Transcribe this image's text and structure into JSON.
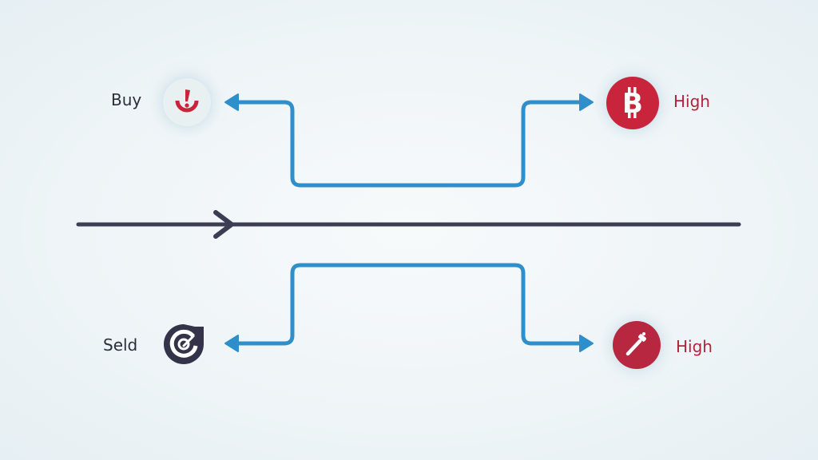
{
  "diagram": {
    "background": "#eef4f7",
    "timeline": {
      "color": "#3b3e52",
      "direction": "right"
    },
    "connector_color": "#2f8fcb",
    "nodes": [
      {
        "id": "top-left",
        "label": "Buy",
        "label_color": "#2b2f3a",
        "icon": "alert-icon",
        "icon_bg": "#e9f0f2",
        "icon_fg": "#c8243c",
        "arrow": "left"
      },
      {
        "id": "top-right",
        "label": "High",
        "label_color": "#b0243c",
        "icon": "bitcoin-icon",
        "icon_bg": "#c8243c",
        "icon_fg": "#ffffff",
        "arrow": "right"
      },
      {
        "id": "bottom-left",
        "label": "Seld",
        "label_color": "#2b2f3a",
        "icon": "target-check-icon",
        "icon_bg": "#33344a",
        "icon_fg": "#ffffff",
        "arrow": "left"
      },
      {
        "id": "bottom-right",
        "label": "High",
        "label_color": "#b0243c",
        "icon": "hammer-icon",
        "icon_bg": "#b72840",
        "icon_fg": "#ffffff",
        "arrow": "right"
      }
    ]
  }
}
